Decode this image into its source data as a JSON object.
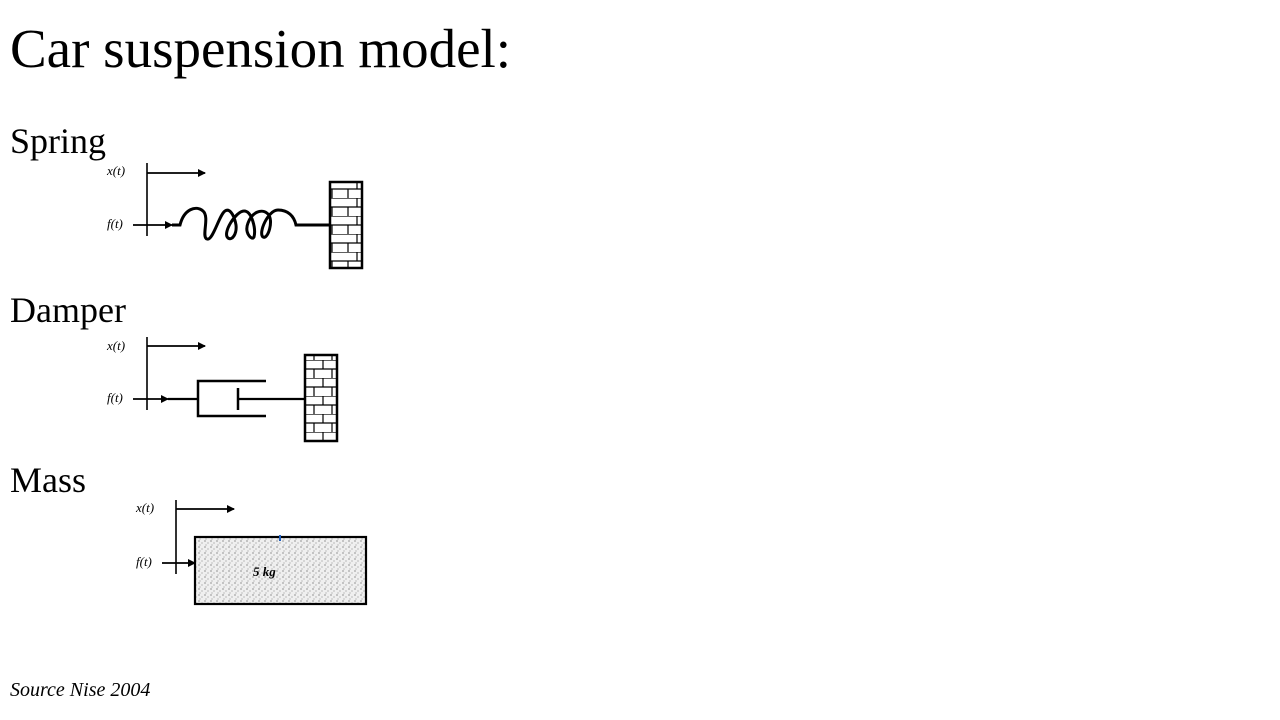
{
  "slide": {
    "title": "Car suspension model:",
    "sections": [
      {
        "label": "Spring"
      },
      {
        "label": "Damper"
      },
      {
        "label": "Mass"
      }
    ],
    "source": "Source Nise 2004"
  },
  "diagrams": {
    "displacement_label": "x(t)",
    "force_label": "f(t)",
    "mass_value": "5 kg"
  },
  "colors": {
    "ink": "#000000",
    "background": "#ffffff",
    "mass_fill": "#ececec",
    "marker": "#1f5fbf"
  }
}
